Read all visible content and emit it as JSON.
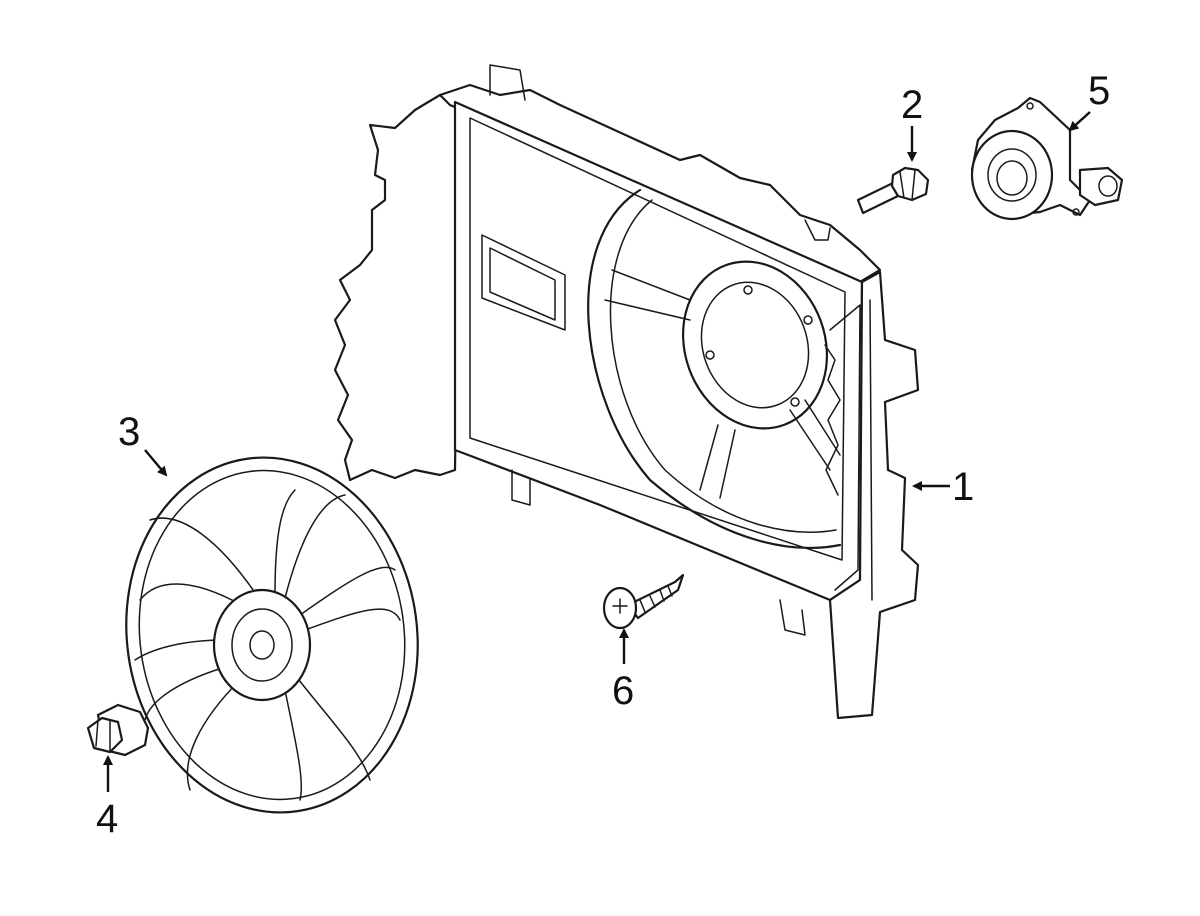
{
  "callouts": [
    {
      "id": "radiator-fan-shroud",
      "label": "1"
    },
    {
      "id": "shroud-bolt",
      "label": "2"
    },
    {
      "id": "fan-blade",
      "label": "3"
    },
    {
      "id": "fan-nut",
      "label": "4"
    },
    {
      "id": "fan-motor",
      "label": "5"
    },
    {
      "id": "shroud-screw",
      "label": "6"
    }
  ],
  "colors": {
    "line": "#1a1a1a",
    "background": "#ffffff"
  }
}
